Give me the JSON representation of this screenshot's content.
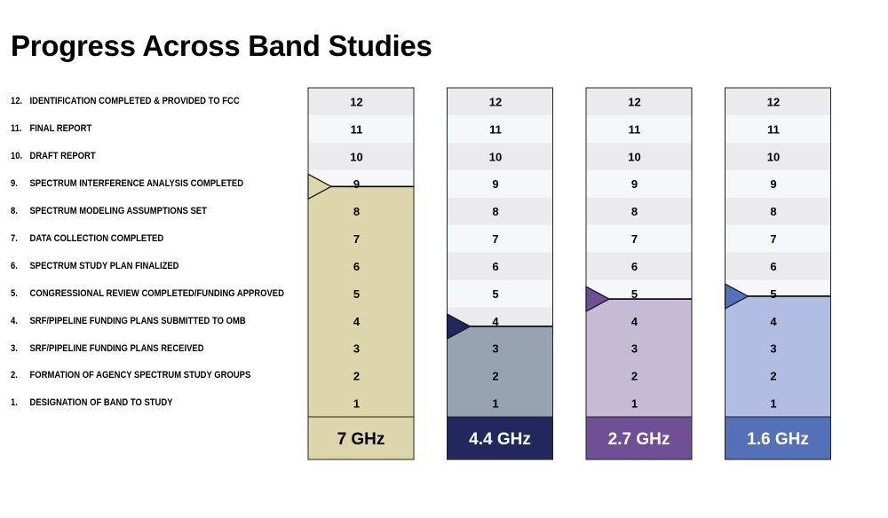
{
  "title": "Progress Across Band Studies",
  "chart_data": {
    "type": "bar",
    "steps": [
      {
        "num": "1.",
        "label": "DESIGNATION OF BAND TO STUDY"
      },
      {
        "num": "2.",
        "label": "FORMATION OF AGENCY SPECTRUM STUDY GROUPS"
      },
      {
        "num": "3.",
        "label": "SRF/PIPELINE FUNDING PLANS RECEIVED"
      },
      {
        "num": "4.",
        "label": "SRF/PIPELINE FUNDING PLANS SUBMITTED TO OMB"
      },
      {
        "num": "5.",
        "label": "CONGRESSIONAL REVIEW COMPLETED/FUNDING APPROVED"
      },
      {
        "num": "6.",
        "label": "SPECTRUM STUDY PLAN FINALIZED"
      },
      {
        "num": "7.",
        "label": "DATA COLLECTION COMPLETED"
      },
      {
        "num": "8.",
        "label": "SPECTRUM MODELING ASSUMPTIONS SET"
      },
      {
        "num": "9.",
        "label": "SPECTRUM INTERFERENCE ANALYSIS COMPLETED"
      },
      {
        "num": "10.",
        "label": "DRAFT REPORT"
      },
      {
        "num": "11.",
        "label": "FINAL REPORT"
      },
      {
        "num": "12.",
        "label": "IDENTIFICATION COMPLETED & PROVIDED TO FCC"
      }
    ],
    "levels": [
      "1",
      "2",
      "3",
      "4",
      "5",
      "6",
      "7",
      "8",
      "9",
      "10",
      "11",
      "12"
    ],
    "ylim": [
      0,
      12
    ],
    "bands": [
      {
        "label": "7 GHz",
        "progress": 8.4,
        "fill": "#ddd5ab",
        "label_bg": "#ddd5ab",
        "label_color": "#000000",
        "marker": "#ddd5ab"
      },
      {
        "label": "4.4 GHz",
        "progress": 3.3,
        "fill": "#97a3b1",
        "label_bg": "#22275e",
        "label_color": "#ffffff",
        "marker": "#22275e"
      },
      {
        "label": "2.7 GHz",
        "progress": 4.3,
        "fill": "#c5bbd4",
        "label_bg": "#6f4f96",
        "label_color": "#ffffff",
        "marker": "#6f4f96"
      },
      {
        "label": "1.6 GHz",
        "progress": 4.4,
        "fill": "#b1bde2",
        "label_bg": "#5470b7",
        "label_color": "#ffffff",
        "marker": "#5470b7"
      }
    ]
  }
}
